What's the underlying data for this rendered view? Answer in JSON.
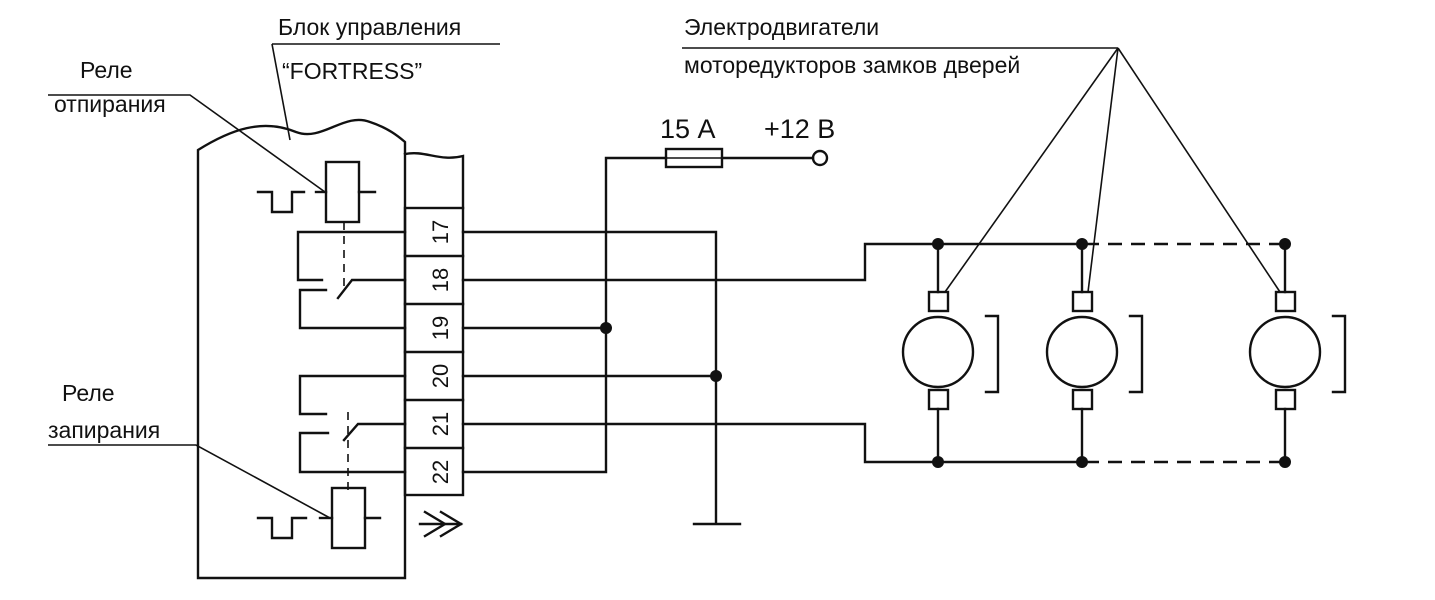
{
  "labels": {
    "control_unit_line1": "Блок управления",
    "control_unit_line2": "“FORTRESS”",
    "motors_line1": "Электродвигатели",
    "motors_line2": "моторедукторов замков дверей",
    "unlock_relay_line1": "Реле",
    "unlock_relay_line2": "отпирания",
    "lock_relay_line1": "Реле",
    "lock_relay_line2": "запирания",
    "fuse_rating": "15 А",
    "supply_voltage": "+12 В"
  },
  "pins": [
    "17",
    "18",
    "19",
    "20",
    "21",
    "22"
  ]
}
